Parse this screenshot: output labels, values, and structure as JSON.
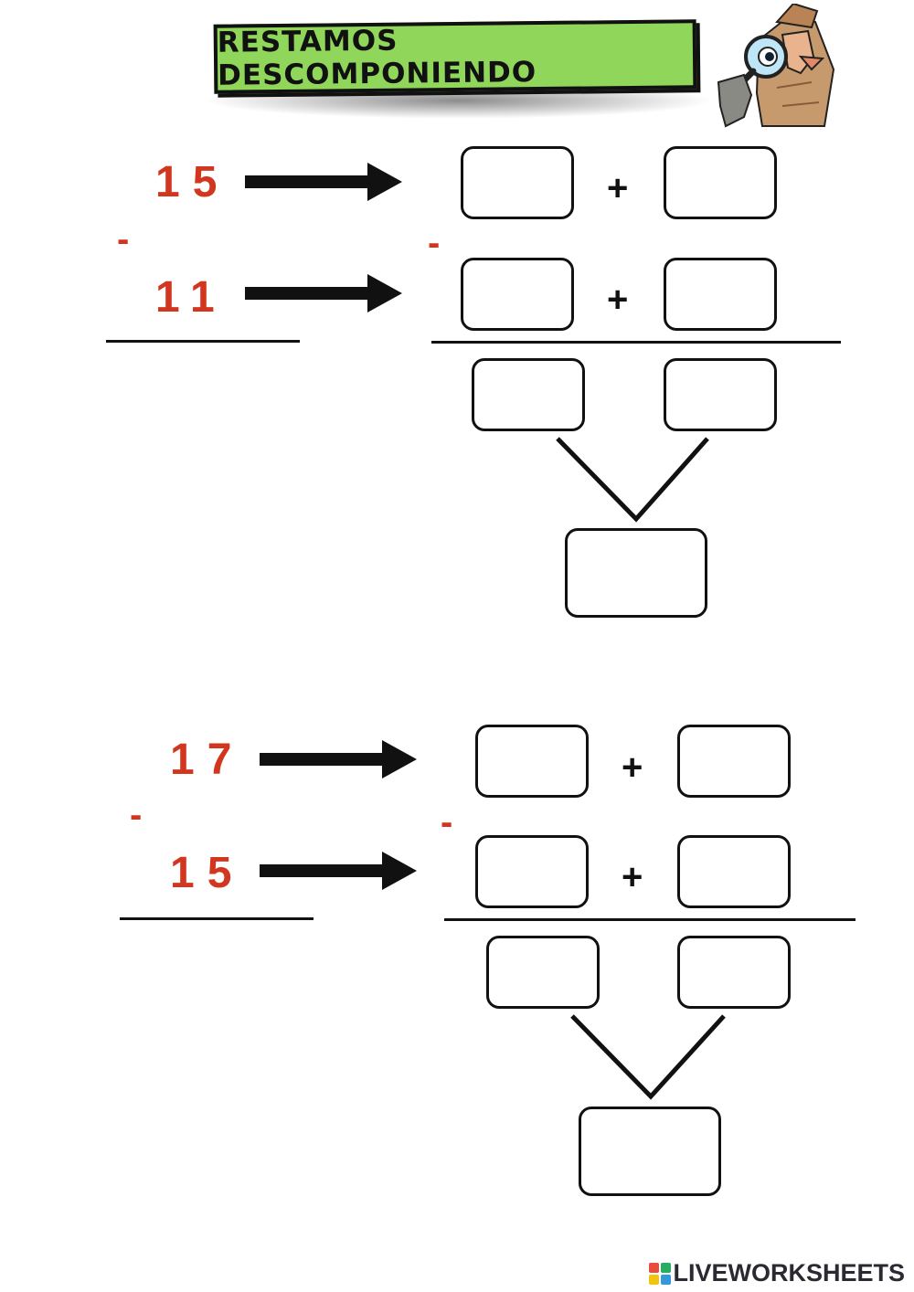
{
  "title": "RESTAMOS DESCOMPONIENDO",
  "exercises": [
    {
      "minuend": "15",
      "subtrahend": "11",
      "minus_sign": "-",
      "plus_sign": "+"
    },
    {
      "minuend": "17",
      "subtrahend": "15",
      "minus_sign": "-",
      "plus_sign": "+"
    }
  ],
  "footer": {
    "brand": "LIVEWORKSHEETS",
    "logo_icon": "liveworksheets-logo-icon"
  },
  "colors": {
    "number_red": "#d3361f",
    "banner_green": "#8fd65a"
  }
}
